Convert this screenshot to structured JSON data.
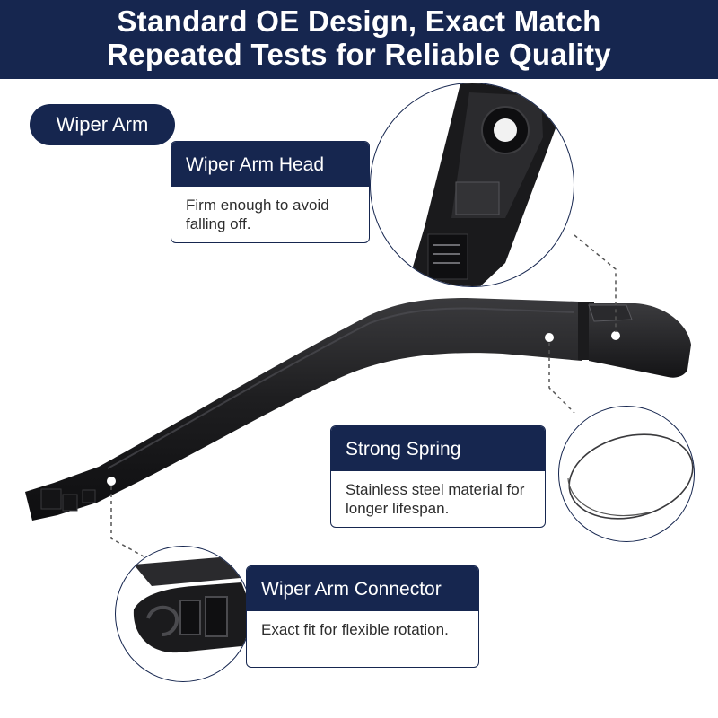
{
  "banner": {
    "line1": "Standard OE Design, Exact Match",
    "line2": "Repeated Tests for Reliable Quality",
    "background": "#16264f"
  },
  "product_label": "Wiper Arm",
  "callouts": {
    "head": {
      "title": "Wiper Arm Head",
      "description": "Firm enough to avoid falling off."
    },
    "spring": {
      "title": "Strong Spring",
      "description": "Stainless steel material for longer lifespan."
    },
    "connector": {
      "title": "Wiper Arm Connector",
      "description": "Exact fit for flexible rotation."
    }
  },
  "colors": {
    "navy": "#16264f",
    "arm": "#1c1c1e",
    "text": "#2d2d2d"
  }
}
